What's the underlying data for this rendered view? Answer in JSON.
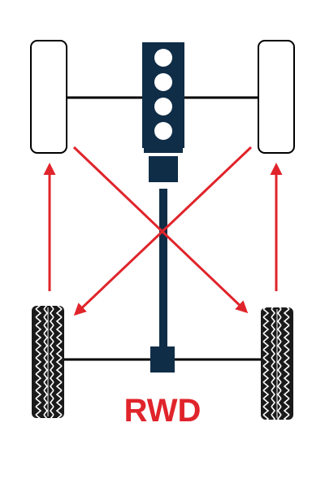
{
  "label": "RWD",
  "colors": {
    "engine": "#0f2d47",
    "arrow": "#e0242b",
    "axle": "#000000",
    "tire": "#1a1a1a",
    "label": "#e0242b"
  },
  "icons": {
    "front_wheels": "wheel-outline",
    "rear_wheels": "tire-tread",
    "engine": "engine-block",
    "arrows": "tire-rotation-arrows"
  }
}
